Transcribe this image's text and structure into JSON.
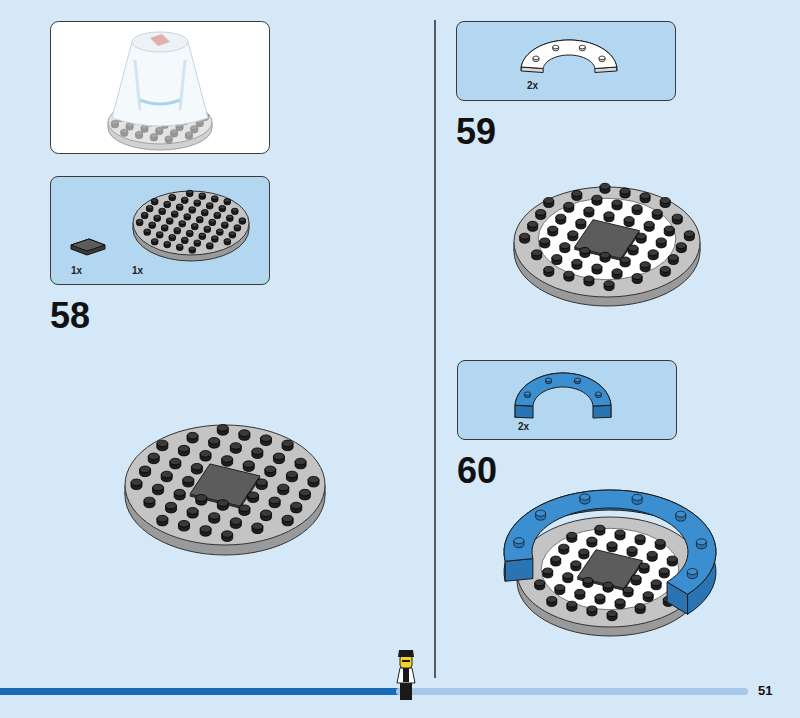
{
  "diagram": {
    "nodes": [
      {
        "text": [
          "1x",
          "1x"
        ]
      },
      {
        "text": [
          "2x"
        ]
      },
      {
        "text": [
          "2x"
        ]
      }
    ],
    "labels": [
      "58",
      "59",
      "60",
      "51"
    ]
  }
}
